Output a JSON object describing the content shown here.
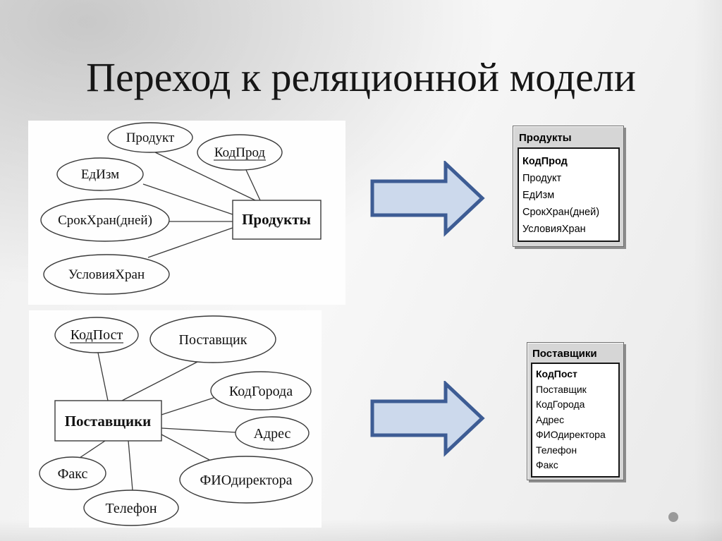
{
  "title": "Переход к реляционной модели",
  "er_products": {
    "entity": "Продукты",
    "attributes": [
      {
        "label": "Продукт",
        "key": false
      },
      {
        "label": "КодПрод",
        "key": true
      },
      {
        "label": "ЕдИзм",
        "key": false
      },
      {
        "label": "СрокХран(дней)",
        "key": false
      },
      {
        "label": "УсловияХран",
        "key": false
      }
    ]
  },
  "er_suppliers": {
    "entity": "Поставщики",
    "attributes": [
      {
        "label": "КодПост",
        "key": true
      },
      {
        "label": "Поставщик",
        "key": false
      },
      {
        "label": "КодГорода",
        "key": false
      },
      {
        "label": "Адрес",
        "key": false
      },
      {
        "label": "ФИОдиректора",
        "key": false
      },
      {
        "label": "Факс",
        "key": false
      },
      {
        "label": "Телефон",
        "key": false
      }
    ]
  },
  "table_products": {
    "title": "Продукты",
    "fields": [
      "КодПрод",
      "Продукт",
      "ЕдИзм",
      "СрокХран(дней)",
      "УсловияХран"
    ]
  },
  "table_suppliers": {
    "title": "Поставщики",
    "fields": [
      "КодПост",
      "Поставщик",
      "КодГорода",
      "Адрес",
      "ФИОдиректора",
      "Телефон",
      "Факс"
    ]
  },
  "colors": {
    "arrow_fill": "#ccd9ec",
    "arrow_stroke": "#3d5c94",
    "bullet": "#9a9a9a"
  }
}
